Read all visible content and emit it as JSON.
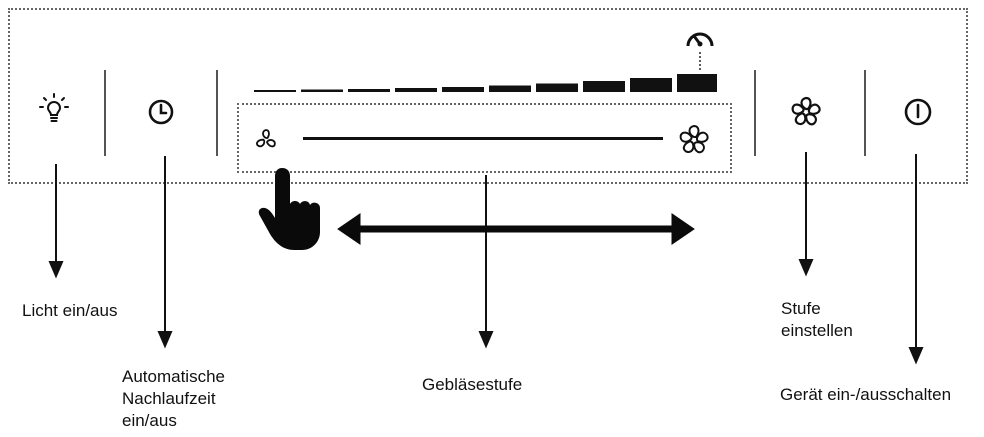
{
  "panel": {
    "buttons": [
      {
        "id": "light",
        "icon": "lightbulb-icon"
      },
      {
        "id": "timer",
        "icon": "clock-icon"
      },
      {
        "id": "fan-level",
        "icon": "fan-icon"
      },
      {
        "id": "power",
        "icon": "power-icon"
      }
    ],
    "level_bars": 10,
    "slider": {
      "left_icon": "small-fan-icon",
      "right_icon": "large-fan-icon"
    }
  },
  "labels": {
    "light": "Licht ein/aus",
    "timer": "Automatische\nNachlaufzeit\nein/aus",
    "slider": "Gebläsestufe",
    "level": "Stufe\neinstellen",
    "power": "Gerät ein-/ausschalten"
  }
}
